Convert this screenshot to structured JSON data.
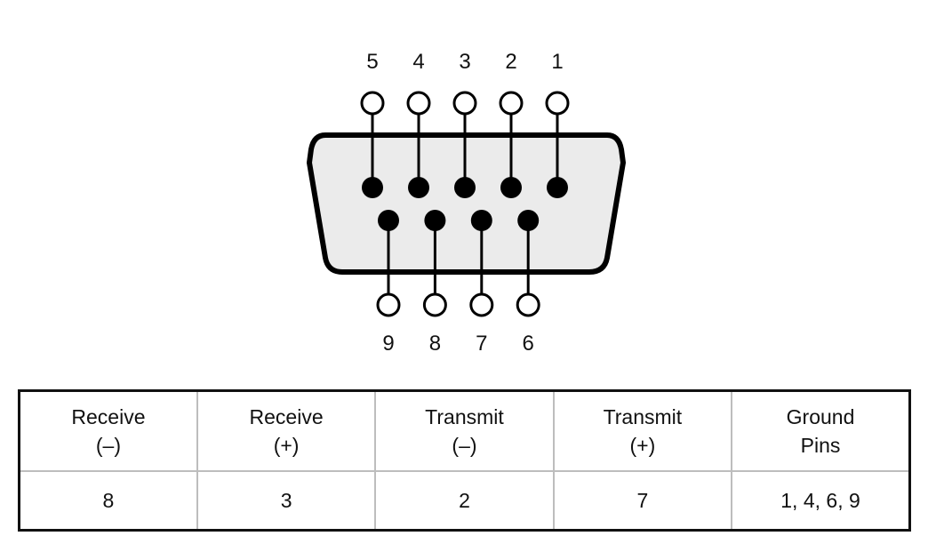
{
  "connector": {
    "top_pins": [
      "5",
      "4",
      "3",
      "2",
      "1"
    ],
    "bottom_pins": [
      "9",
      "8",
      "7",
      "6"
    ],
    "shell_fill": "#ebebeb",
    "stroke_color": "#000000"
  },
  "table": {
    "headers": [
      {
        "line1": "Receive",
        "line2": "(–)"
      },
      {
        "line1": "Receive",
        "line2": "(+)"
      },
      {
        "line1": "Transmit",
        "line2": "(–)"
      },
      {
        "line1": "Transmit",
        "line2": "(+)"
      },
      {
        "line1": "Ground",
        "line2": "Pins"
      }
    ],
    "row": [
      "8",
      "3",
      "2",
      "7",
      "1, 4, 6, 9"
    ]
  }
}
